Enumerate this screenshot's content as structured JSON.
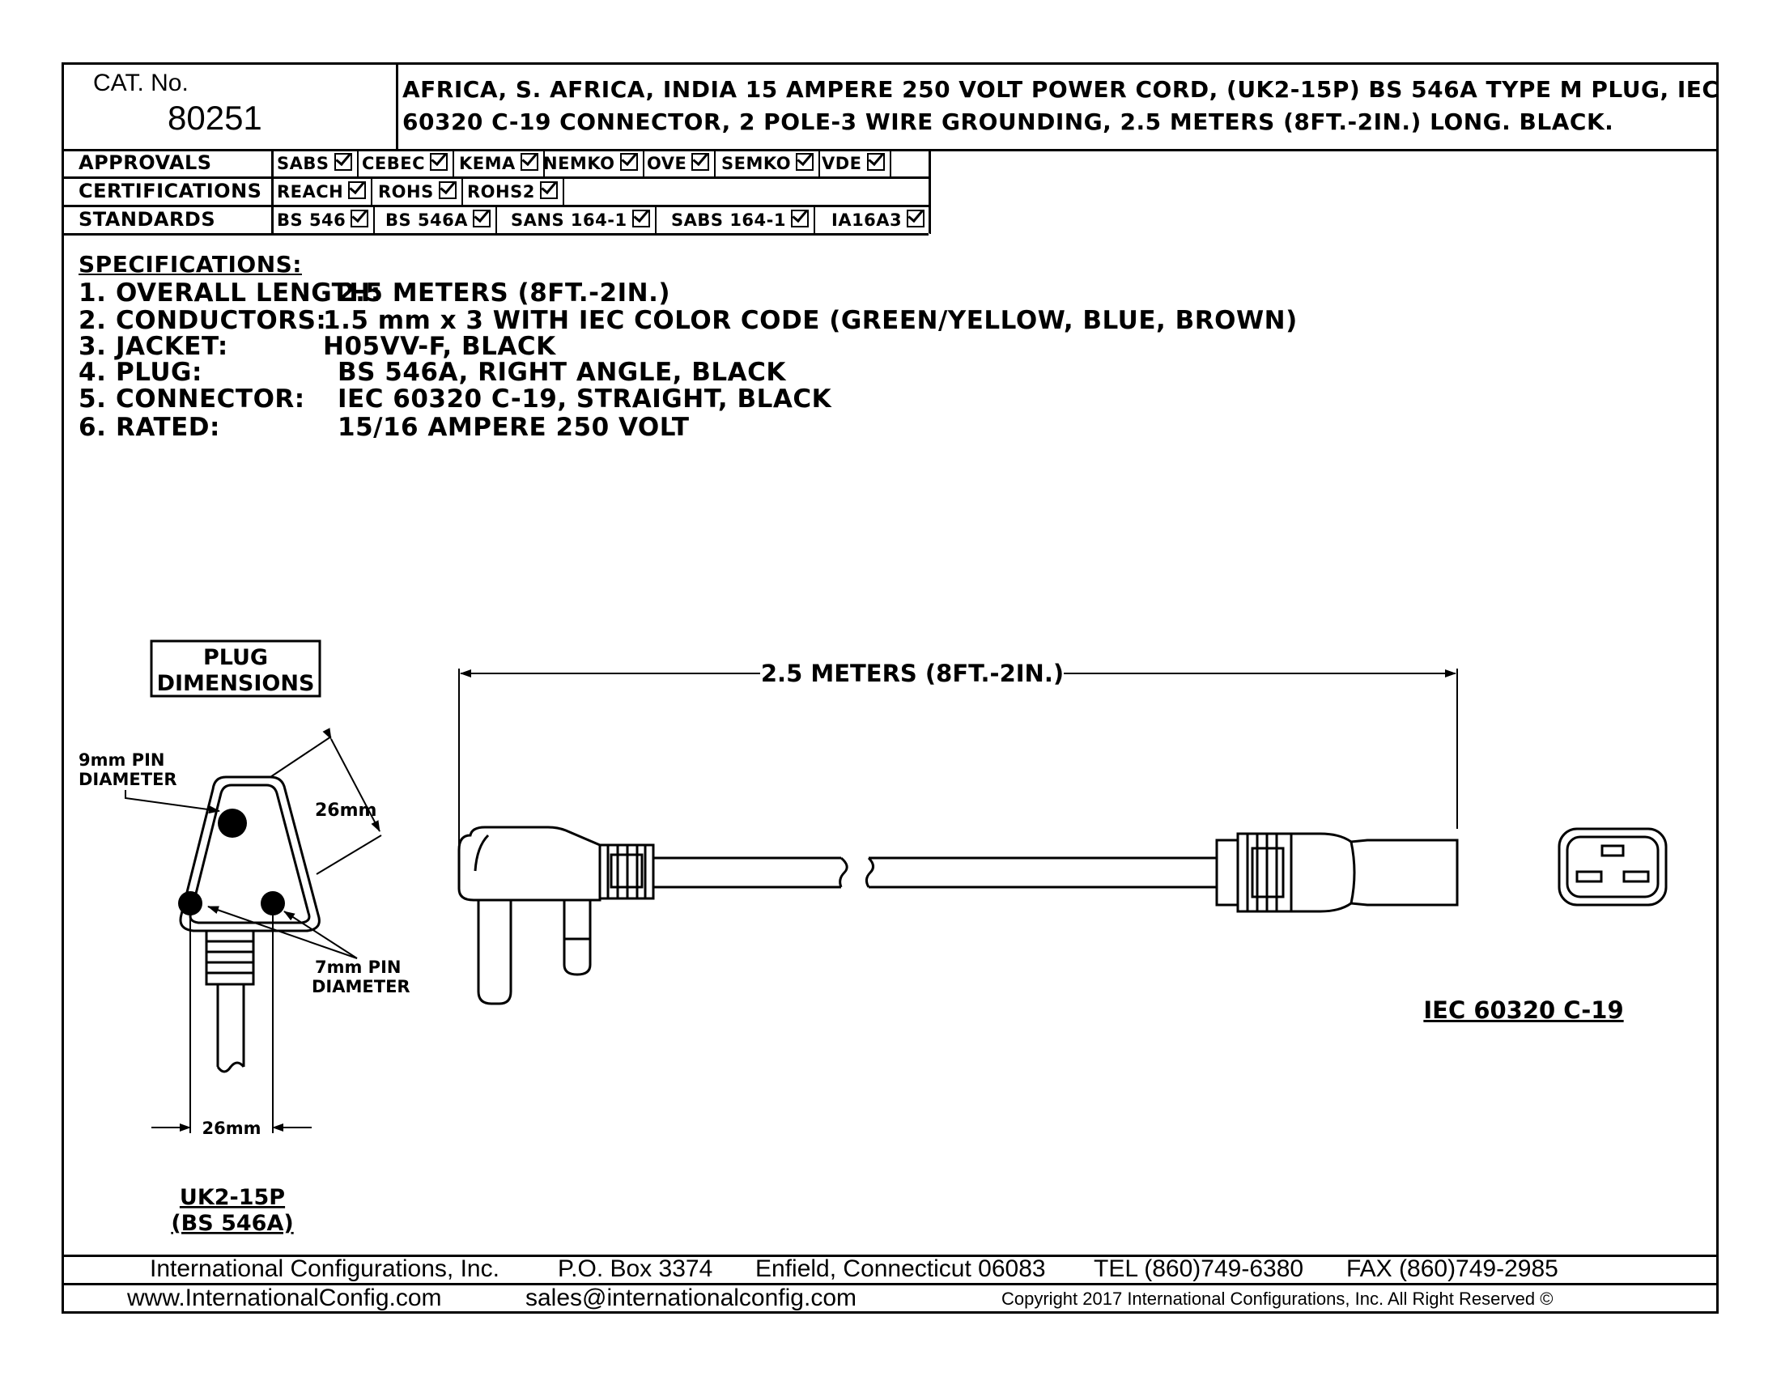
{
  "title_block": {
    "cat_label": "CAT. No.",
    "cat_number": "80251",
    "description_line1": "AFRICA, S. AFRICA, INDIA 15 AMPERE 250 VOLT POWER CORD, (UK2-15P) BS 546A TYPE M PLUG, IEC",
    "description_line2": "60320 C-19 CONNECTOR, 2 POLE-3 WIRE GROUNDING, 2.5 METERS (8FT.-2IN.) LONG. BLACK."
  },
  "approvals": {
    "label": "APPROVALS",
    "items": [
      "SABS",
      "CEBEC",
      "KEMA",
      "NEMKO",
      "OVE",
      "SEMKO",
      "VDE"
    ]
  },
  "certifications": {
    "label": "CERTIFICATIONS",
    "items": [
      "REACH",
      "ROHS",
      "ROHS2"
    ]
  },
  "standards": {
    "label": "STANDARDS",
    "items": [
      "BS 546",
      "BS 546A",
      "SANS 164-1",
      "SABS 164-1",
      "IA16A3"
    ]
  },
  "specifications": {
    "heading": "SPECIFICATIONS:",
    "items": [
      {
        "num": "1.",
        "label": "OVERALL LENGTH:",
        "value": "2.5 METERS (8FT.-2IN.)"
      },
      {
        "num": "2.",
        "label": "CONDUCTORS:",
        "value": "1.5 mm x 3 WITH IEC COLOR CODE (GREEN/YELLOW, BLUE, BROWN)"
      },
      {
        "num": "3.",
        "label": "JACKET:",
        "value": "H05VV-F, BLACK"
      },
      {
        "num": "4.",
        "label": "PLUG:",
        "value": "BS 546A, RIGHT ANGLE, BLACK"
      },
      {
        "num": "5.",
        "label": "CONNECTOR:",
        "value": "IEC 60320 C-19, STRAIGHT, BLACK"
      },
      {
        "num": "6.",
        "label": "RATED:",
        "value": "15/16 AMPERE 250 VOLT"
      }
    ]
  },
  "drawing": {
    "plug_dimensions_line1": "PLUG",
    "plug_dimensions_line2": "DIMENSIONS",
    "pin9_line1": "9mm PIN",
    "pin9_line2": "DIAMETER",
    "pin7_line1": "7mm PIN",
    "pin7_line2": "DIAMETER",
    "dim_26_top": "26mm",
    "dim_26_bottom": "26mm",
    "plug_name_line1": "UK2-15P",
    "plug_name_line2": "(BS 546A)",
    "length_dim": "2.5 METERS (8FT.-2IN.)",
    "connector_name": "IEC 60320 C-19"
  },
  "footer": {
    "company": "International Configurations, Inc.",
    "po_box": "P.O. Box 3374",
    "city": "Enfield, Connecticut 06083",
    "tel": "TEL (860)749-6380",
    "fax": "FAX (860)749-2985",
    "website": "www.InternationalConfig.com",
    "email": "sales@internationalconfig.com",
    "copyright": "Copyright 2017 International Configurations, Inc. All Right Reserved ©"
  }
}
